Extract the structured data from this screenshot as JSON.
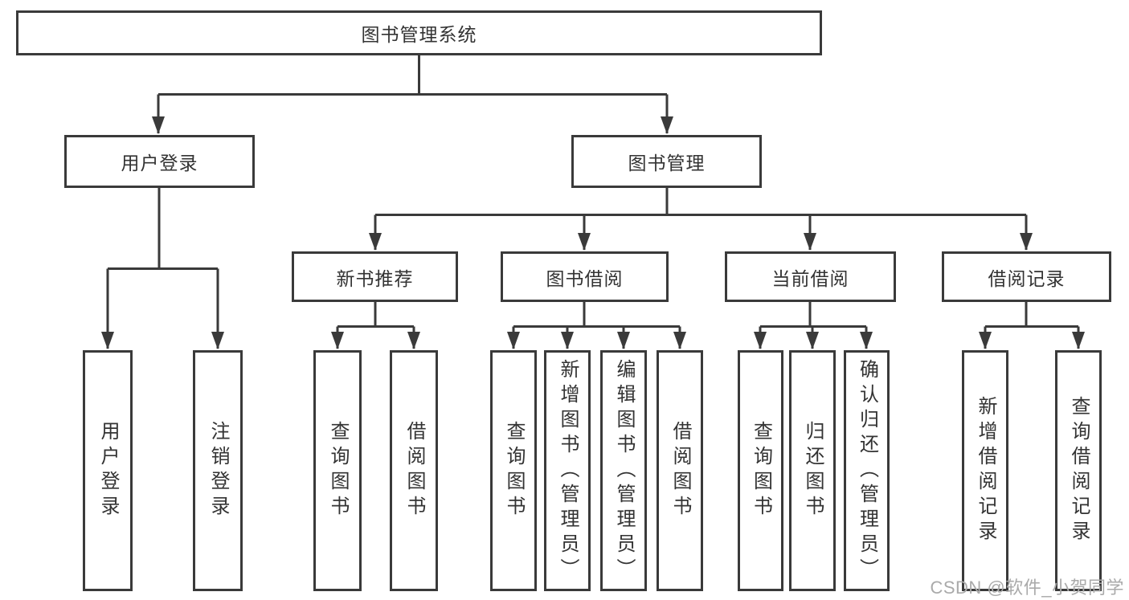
{
  "diagram": {
    "title": "图书管理系统",
    "type": "hierarchy-diagram"
  },
  "colors": {
    "line": "#3a3a3a",
    "text": "#333333",
    "background": "#ffffff",
    "watermark": "#aaaaaa"
  },
  "tree": {
    "label": "图书管理系统",
    "children": [
      {
        "label": "用户登录",
        "children": [
          {
            "label": "用户登录"
          },
          {
            "label": "注销登录"
          }
        ]
      },
      {
        "label": "图书管理",
        "children": [
          {
            "label": "新书推荐",
            "children": [
              {
                "label": "查询图书"
              },
              {
                "label": "借阅图书"
              }
            ]
          },
          {
            "label": "图书借阅",
            "children": [
              {
                "label": "查询图书"
              },
              {
                "label": "新增图书（管理员）"
              },
              {
                "label": "编辑图书（管理员）"
              },
              {
                "label": "借阅图书"
              }
            ]
          },
          {
            "label": "当前借阅",
            "children": [
              {
                "label": "查询图书"
              },
              {
                "label": "归还图书"
              },
              {
                "label": "确认归还（管理员）"
              }
            ]
          },
          {
            "label": "借阅记录",
            "children": [
              {
                "label": "新增借阅记录"
              },
              {
                "label": "查询借阅记录"
              }
            ]
          }
        ]
      }
    ]
  },
  "watermark": {
    "text": "CSDN @软件_小贺同学"
  }
}
